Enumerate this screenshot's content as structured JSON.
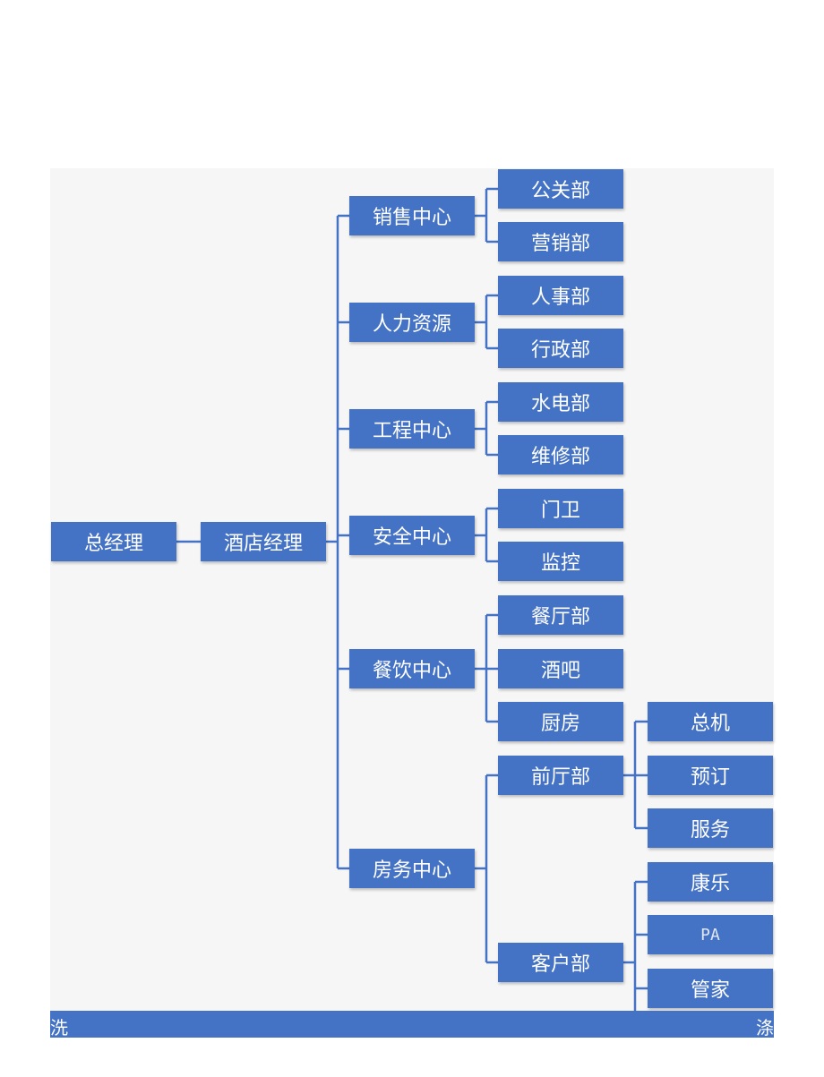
{
  "colors": {
    "node": "#4472c4",
    "line": "#4472c4",
    "panel": "#f6f6f6"
  },
  "org": {
    "root": "总经理",
    "level1": "酒店经理",
    "centers": [
      {
        "label": "销售中心",
        "departments": [
          {
            "label": "公关部"
          },
          {
            "label": "营销部"
          }
        ]
      },
      {
        "label": "人力资源",
        "departments": [
          {
            "label": "人事部"
          },
          {
            "label": "行政部"
          }
        ]
      },
      {
        "label": "工程中心",
        "departments": [
          {
            "label": "水电部"
          },
          {
            "label": "维修部"
          }
        ]
      },
      {
        "label": "安全中心",
        "departments": [
          {
            "label": "门卫"
          },
          {
            "label": "监控"
          }
        ]
      },
      {
        "label": "餐饮中心",
        "departments": [
          {
            "label": "餐厅部"
          },
          {
            "label": "酒吧"
          },
          {
            "label": "厨房"
          }
        ]
      },
      {
        "label": "房务中心",
        "departments": [
          {
            "label": "前厅部",
            "units": [
              "总机",
              "预订",
              "服务"
            ]
          },
          {
            "label": "客户部",
            "units": [
              "康乐",
              "PA",
              "管家"
            ]
          }
        ]
      }
    ]
  },
  "footer": {
    "left": "洗",
    "right": "涤"
  }
}
